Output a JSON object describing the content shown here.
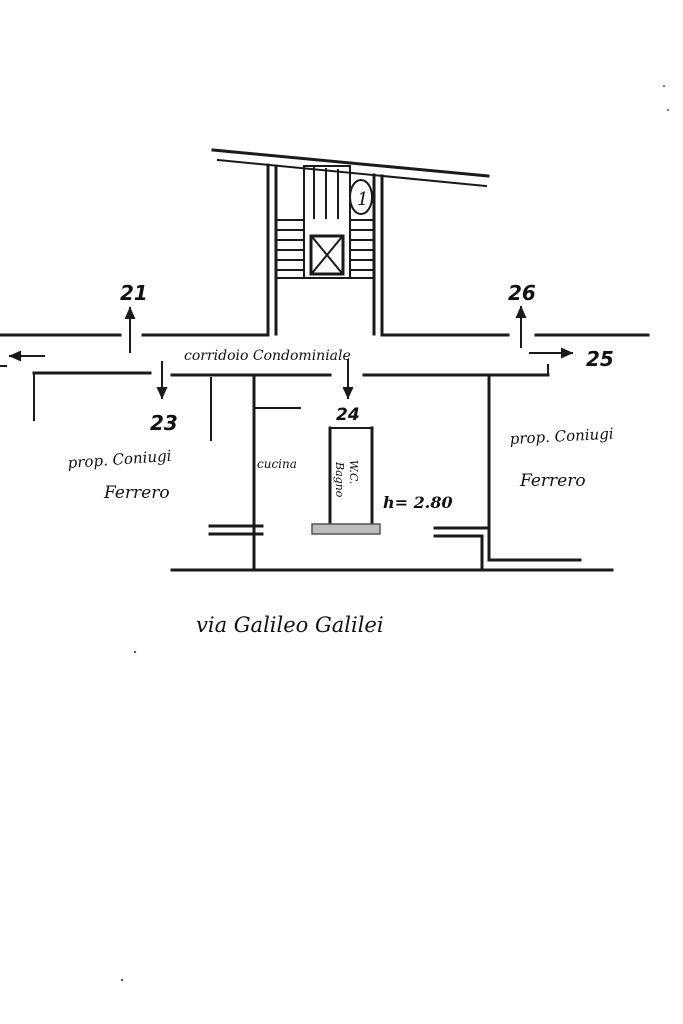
{
  "plan": {
    "corridor_label": "corridoio Condominiale",
    "unit_numbers": {
      "n21": "21",
      "n23": "23",
      "n24": "24",
      "n25": "25",
      "n26": "26"
    },
    "stair_mark": "1",
    "rooms": {
      "kitchen": "cucina",
      "bathroom": "Bagno",
      "wc": "W.C."
    },
    "height_note": "h= 2.80",
    "owners": {
      "left_line1": "prop. Coniugi",
      "left_line2": "Ferrero",
      "right_line1": "prop. Coniugi",
      "right_line2": "Ferrero"
    },
    "street": "via Galileo Galilei"
  }
}
